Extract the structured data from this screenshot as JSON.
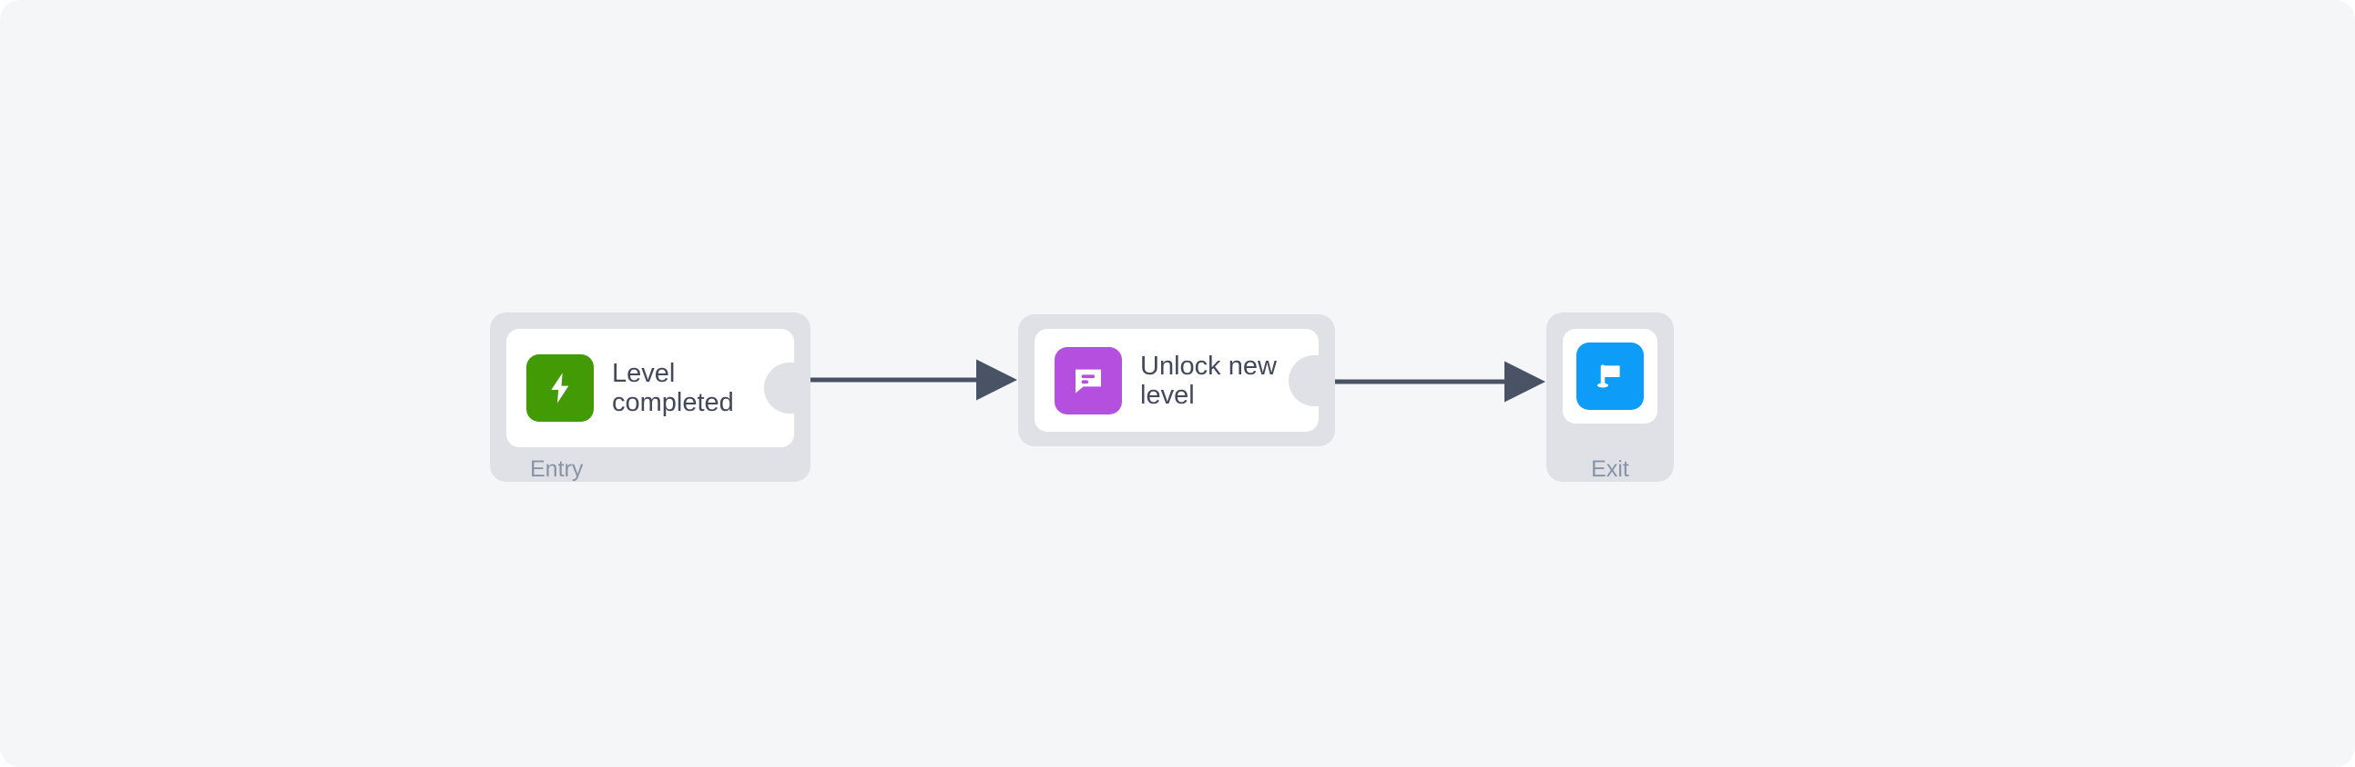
{
  "canvas": {
    "background": "#f5f6f7",
    "accent_line_color": "#4a5266"
  },
  "flow": {
    "nodes": [
      {
        "id": "entry",
        "title": "Level completed",
        "label": "Entry",
        "icon": "lightning-bolt-icon",
        "icon_color": "#429a04",
        "port": "output-port-entry"
      },
      {
        "id": "unlock",
        "title": "Unlock new level",
        "label": "",
        "icon": "chat-message-icon",
        "icon_color": "#b44fe0",
        "port": "output-port-unlock"
      },
      {
        "id": "exit",
        "title": "",
        "label": "Exit",
        "icon": "flag-icon",
        "icon_color": "#0d9cf7",
        "port": ""
      }
    ],
    "edges": [
      {
        "id": "edge-entry-unlock",
        "from": "entry",
        "to": "unlock"
      },
      {
        "id": "edge-unlock-exit",
        "from": "unlock",
        "to": "exit"
      }
    ]
  },
  "colors": {
    "node_shell": "#dfe1e6",
    "card": "#ffffff",
    "title_text": "#42495b",
    "label_text": "#8794a5",
    "connector": "#4a5266"
  }
}
